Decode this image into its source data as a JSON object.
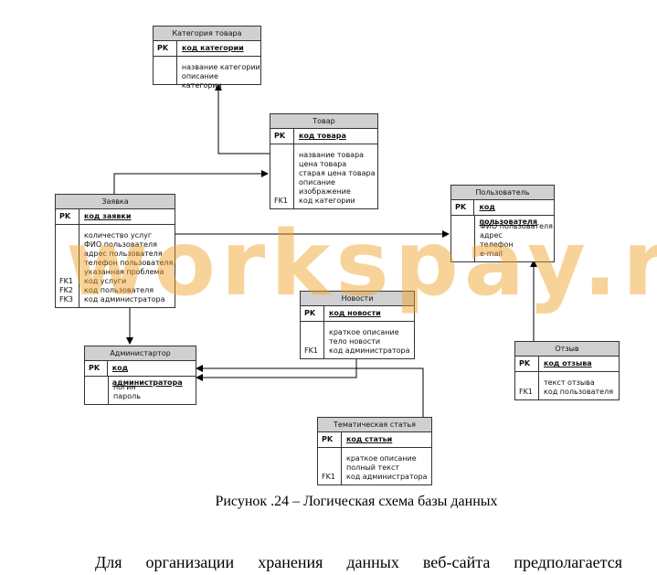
{
  "entities": {
    "category": {
      "title": "Категория товара",
      "pk_label": "PK",
      "pk": "код категории",
      "keys": [
        "",
        ""
      ],
      "fields": [
        "название категории",
        "описание категории"
      ]
    },
    "product": {
      "title": "Товар",
      "pk_label": "PK",
      "pk": "код товара",
      "keys": [
        "",
        "",
        "",
        "",
        "",
        "FK1"
      ],
      "fields": [
        "название товара",
        "цена товара",
        "старая цена товара",
        "описание",
        "изображение",
        "код категории"
      ]
    },
    "order": {
      "title": "Заявка",
      "pk_label": "PK",
      "pk": "код заявки",
      "keys": [
        "",
        "",
        "",
        "",
        "",
        "FK1",
        "FK2",
        "FK3"
      ],
      "fields": [
        "количество услуг",
        "ФИО пользователя",
        "адрес пользователя",
        "телефон пользователя",
        "указанная проблема",
        "код услуги",
        "код пользователя",
        "код администратора"
      ]
    },
    "user": {
      "title": "Пользователь",
      "pk_label": "PK",
      "pk": "код пользователя",
      "keys": [
        "",
        "",
        "",
        ""
      ],
      "fields": [
        "ФИО пользователя",
        "адрес",
        "телефон",
        "e-mail"
      ]
    },
    "news": {
      "title": "Новости",
      "pk_label": "PK",
      "pk": "код новости",
      "keys": [
        "",
        "",
        "FK1"
      ],
      "fields": [
        "краткое описание",
        "тело новости",
        "код администратора"
      ]
    },
    "admin": {
      "title": "Администартор",
      "pk_label": "PK",
      "pk": "код администратора",
      "keys": [
        "",
        ""
      ],
      "fields": [
        "логин",
        "пароль"
      ]
    },
    "review": {
      "title": "Отзыв",
      "pk_label": "PK",
      "pk": "код отзыва",
      "keys": [
        "",
        "FK1"
      ],
      "fields": [
        "текст отзыва",
        "код пользователя"
      ]
    },
    "article": {
      "title": "Тематическая статья",
      "pk_label": "PK",
      "pk": "код статьи",
      "keys": [
        "",
        "",
        "FK1"
      ],
      "fields": [
        "краткое описание",
        "полный текст",
        "код администратора"
      ]
    }
  },
  "watermark": "workspay.ru",
  "caption": "Рисунок .24 – Логическая схема базы данных",
  "body_text": "Для организации хранения данных веб-сайта предполагается"
}
